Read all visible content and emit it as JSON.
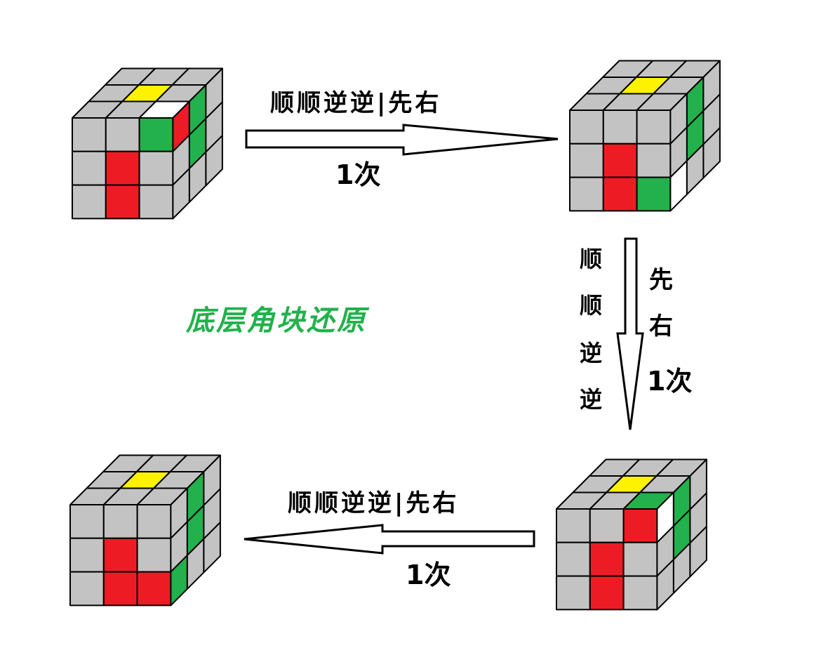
{
  "title": "底层角块还原",
  "colors": {
    "gray": "#c3c3c3",
    "yellow": "#fff200",
    "red": "#ed1c24",
    "green": "#22b14c",
    "white": "#ffffff",
    "title": "#22b14c",
    "line": "#000000"
  },
  "steps": [
    {
      "formula": "顺顺逆逆|先右",
      "count": "1次"
    },
    {
      "formula_chars": [
        "顺",
        "顺",
        "逆",
        "逆"
      ],
      "prefix_chars": [
        "先",
        "右"
      ],
      "count": "1次"
    },
    {
      "formula": "顺顺逆逆|先右",
      "count": "1次"
    }
  ],
  "cubes": [
    {
      "name": "cube-start",
      "front": [
        [
          "gray",
          "gray",
          "green"
        ],
        [
          "gray",
          "red",
          "gray"
        ],
        [
          "gray",
          "red",
          "gray"
        ]
      ],
      "top": [
        [
          "gray",
          "gray",
          "white"
        ],
        [
          "gray",
          "yellow",
          "gray"
        ],
        [
          "gray",
          "gray",
          "gray"
        ]
      ],
      "right": [
        [
          "red",
          "green",
          "gray"
        ],
        [
          "gray",
          "green",
          "gray"
        ],
        [
          "gray",
          "gray",
          "gray"
        ]
      ]
    },
    {
      "name": "cube-step-1",
      "front": [
        [
          "gray",
          "gray",
          "gray"
        ],
        [
          "gray",
          "red",
          "gray"
        ],
        [
          "gray",
          "red",
          "green"
        ]
      ],
      "top": [
        [
          "gray",
          "gray",
          "gray"
        ],
        [
          "gray",
          "yellow",
          "gray"
        ],
        [
          "gray",
          "gray",
          "gray"
        ]
      ],
      "right": [
        [
          "gray",
          "green",
          "gray"
        ],
        [
          "gray",
          "green",
          "gray"
        ],
        [
          "white",
          "gray",
          "gray"
        ]
      ]
    },
    {
      "name": "cube-step-2",
      "front": [
        [
          "gray",
          "gray",
          "red"
        ],
        [
          "gray",
          "red",
          "gray"
        ],
        [
          "gray",
          "red",
          "gray"
        ]
      ],
      "top": [
        [
          "gray",
          "gray",
          "green"
        ],
        [
          "gray",
          "yellow",
          "gray"
        ],
        [
          "gray",
          "gray",
          "gray"
        ]
      ],
      "right": [
        [
          "white",
          "green",
          "gray"
        ],
        [
          "gray",
          "green",
          "gray"
        ],
        [
          "gray",
          "gray",
          "gray"
        ]
      ]
    },
    {
      "name": "cube-solved",
      "front": [
        [
          "gray",
          "gray",
          "gray"
        ],
        [
          "gray",
          "red",
          "gray"
        ],
        [
          "gray",
          "red",
          "red"
        ]
      ],
      "top": [
        [
          "gray",
          "gray",
          "gray"
        ],
        [
          "gray",
          "yellow",
          "gray"
        ],
        [
          "gray",
          "gray",
          "gray"
        ]
      ],
      "right": [
        [
          "gray",
          "green",
          "gray"
        ],
        [
          "gray",
          "green",
          "gray"
        ],
        [
          "green",
          "gray",
          "gray"
        ]
      ]
    }
  ]
}
